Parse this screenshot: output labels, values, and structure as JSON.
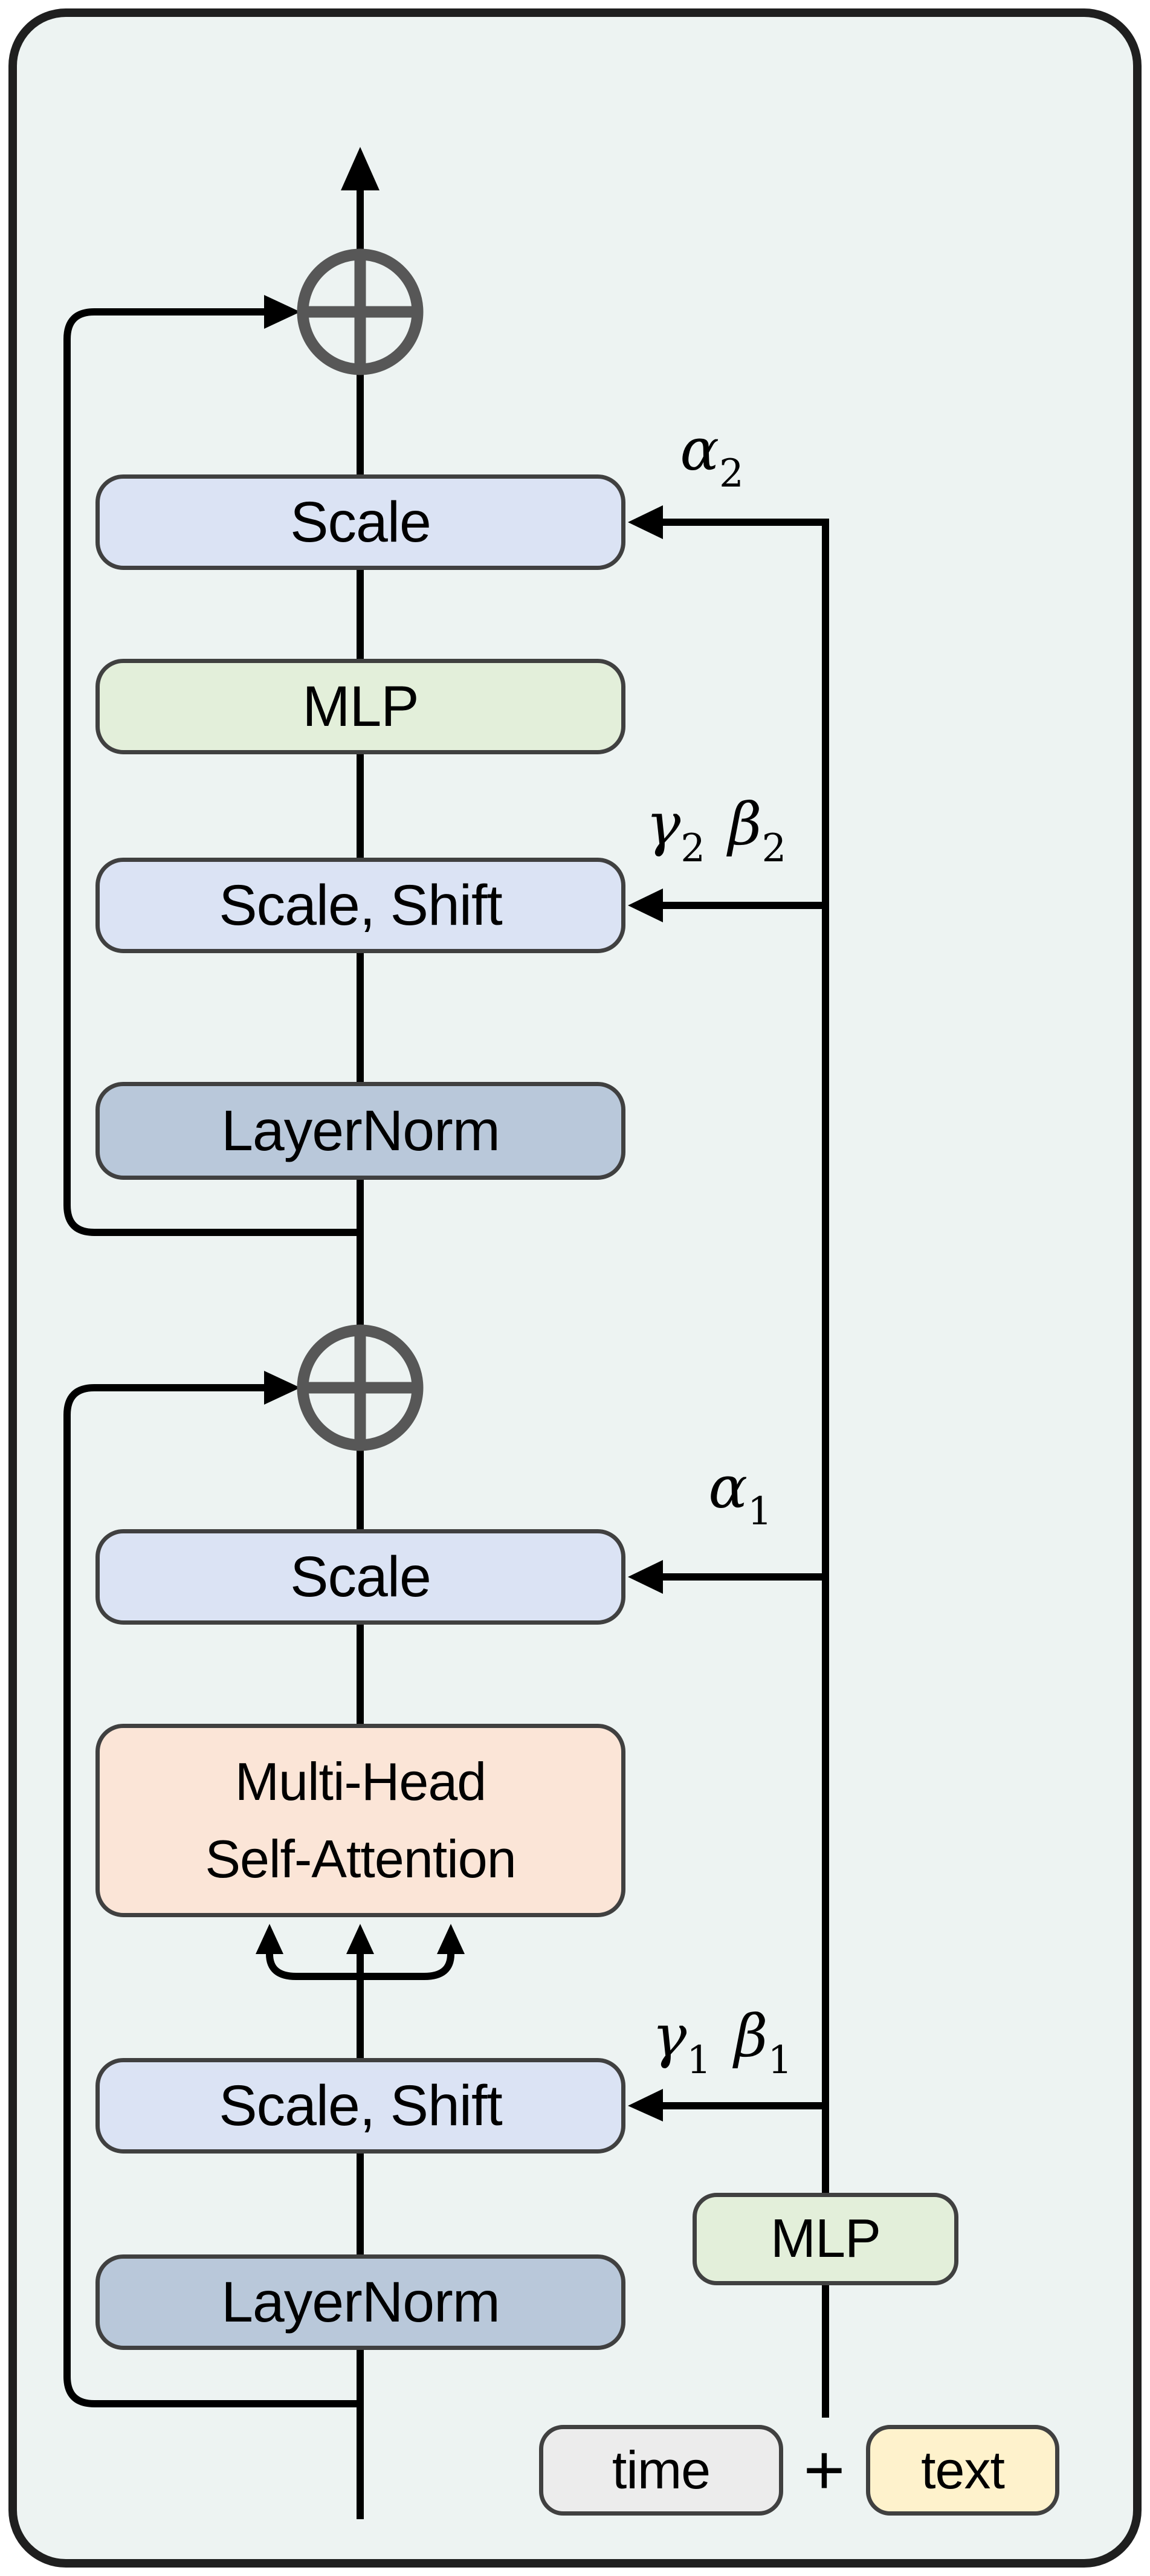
{
  "diagram": {
    "title": "DiT-style transformer block with adaptive layer norm conditioning",
    "colors": {
      "page_background": "#ffffff",
      "panel_background": "#edf3f2",
      "panel_border": "#1f1f1f",
      "box_border": "#404040",
      "line": "#000000",
      "add_node": "#575757",
      "scale_fill": "#dbe3f4",
      "mlp_fill": "#e3efda",
      "layernorm_fill": "#b9c8da",
      "attention_fill": "#fbe5d7",
      "time_fill": "#ececec",
      "text_fill": "#fef2cc"
    },
    "blocks": {
      "scale_mlp_branch": {
        "label": "Scale"
      },
      "mlp_main": {
        "label": "MLP"
      },
      "scale_shift_mlp_branch": {
        "label": "Scale, Shift"
      },
      "layernorm_mlp_branch": {
        "label": "LayerNorm"
      },
      "scale_attn_branch": {
        "label": "Scale"
      },
      "attention": {
        "line1": "Multi-Head",
        "line2": "Self-Attention"
      },
      "scale_shift_attn_branch": {
        "label": "Scale, Shift"
      },
      "layernorm_attn_branch": {
        "label": "LayerNorm"
      },
      "conditioning_mlp": {
        "label": "MLP"
      },
      "time_input": {
        "label": "time"
      },
      "text_input": {
        "label": "text"
      }
    },
    "labels": {
      "alpha2": {
        "base": "α",
        "sub": "2"
      },
      "gamma2": {
        "base": "γ",
        "sub": "2"
      },
      "beta2": {
        "base": "β",
        "sub": "2"
      },
      "alpha1": {
        "base": "α",
        "sub": "1"
      },
      "gamma1": {
        "base": "γ",
        "sub": "1"
      },
      "beta1": {
        "base": "β",
        "sub": "1"
      },
      "plus_operator": "+"
    }
  }
}
